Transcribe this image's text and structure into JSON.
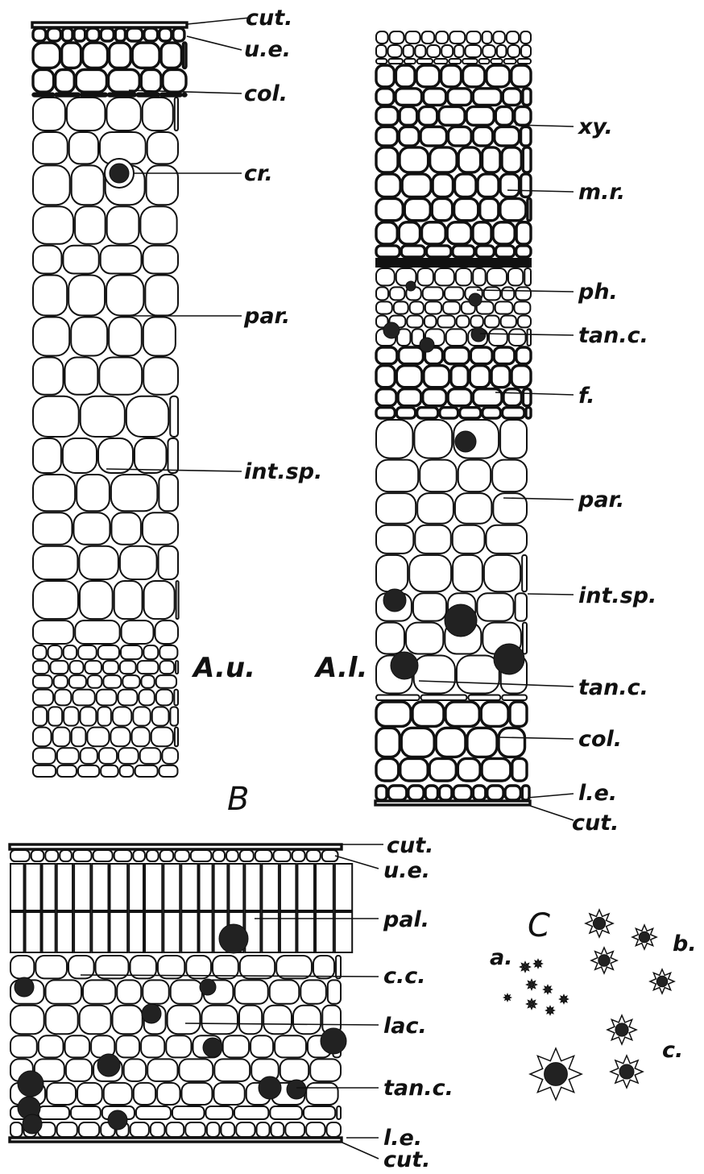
{
  "plate": {
    "panel_A_upper": {
      "letter": "A.u.",
      "labels": [
        "cut.",
        "u.e.",
        "col.",
        "cr.",
        "par.",
        "int.sp."
      ]
    },
    "panel_A_lower": {
      "letter": "A.l.",
      "labels": [
        "xy.",
        "m.r.",
        "ph.",
        "tan.c.",
        "f.",
        "par.",
        "int.sp.",
        "tan.c.",
        "col.",
        "l.e.",
        "cut."
      ]
    },
    "panel_B": {
      "letter": "B",
      "labels": [
        "cut.",
        "u.e.",
        "pal.",
        "c.c.",
        "lac.",
        "tan.c.",
        "l.e.",
        "cut."
      ]
    },
    "panel_C": {
      "letter": "C",
      "labels": [
        "a.",
        "b.",
        "c."
      ]
    }
  }
}
